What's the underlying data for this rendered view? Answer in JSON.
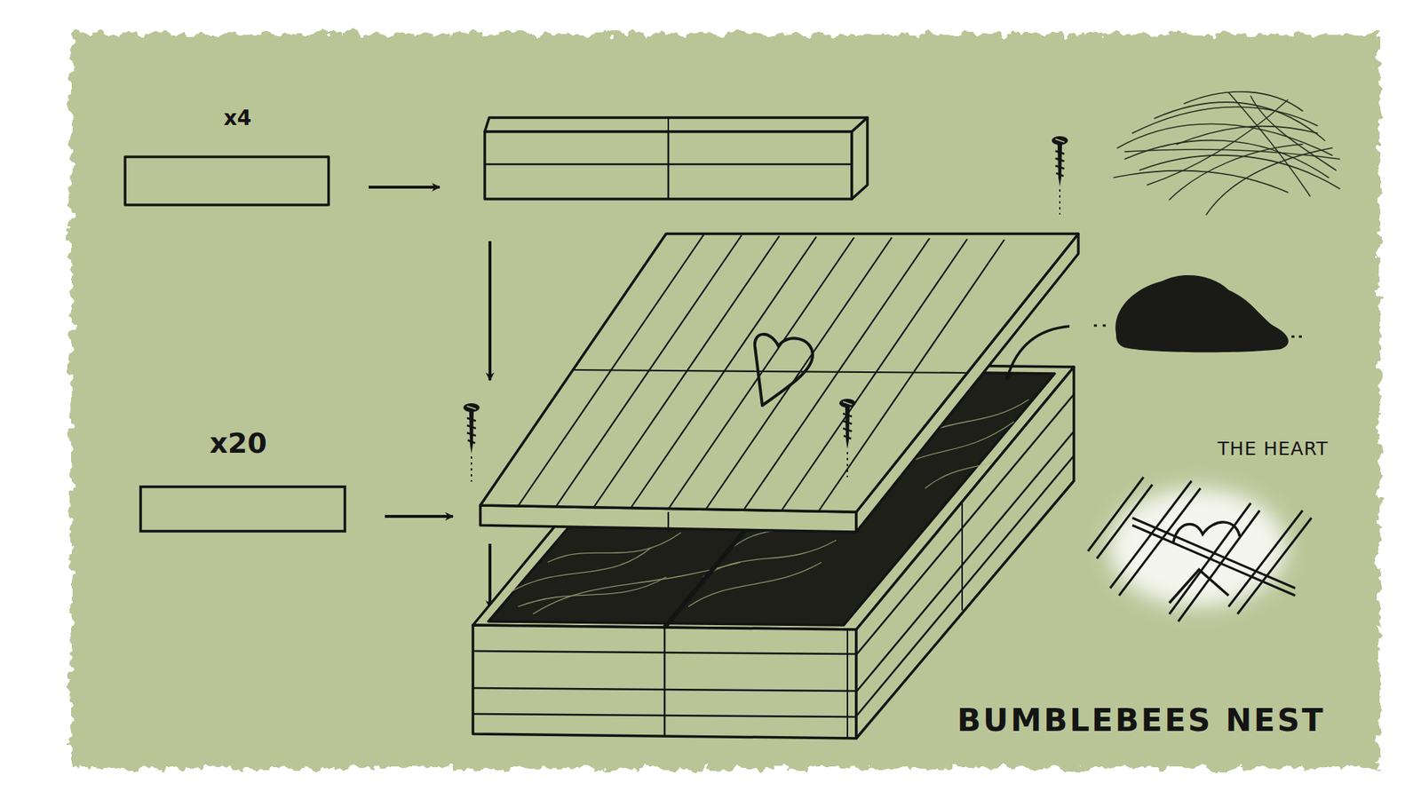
{
  "diagram": {
    "title": "BUMBLEBEES NEST",
    "labels": [
      "x4",
      "x20",
      "THE HEART"
    ]
  }
}
